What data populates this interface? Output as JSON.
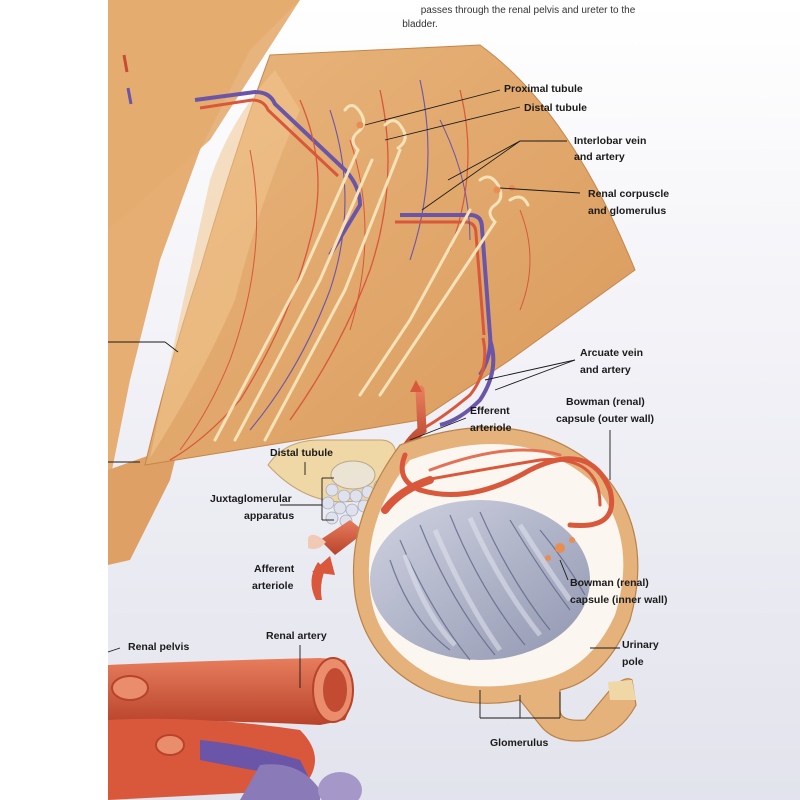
{
  "caption": {
    "line1": "passes through the renal pelvis and ureter to the",
    "line2": "bladder."
  },
  "labels": {
    "proximal_tubule": "Proximal tubule",
    "distal_tubule_top": "Distal tubule",
    "interlobar_1": "Interlobar vein",
    "interlobar_2": "and artery",
    "renal_corpuscle_1": "Renal corpuscle",
    "renal_corpuscle_2": "and glomerulus",
    "arcuate_1": "Arcuate vein",
    "arcuate_2": "and artery",
    "efferent_1": "Efferent",
    "efferent_2": "arteriole",
    "bowman_outer_1": "Bowman (renal)",
    "bowman_outer_2": "capsule (outer wall)",
    "distal_tubule_mid": "Distal tubule",
    "juxta_1": "Juxtaglomerular",
    "juxta_2": "apparatus",
    "afferent_1": "Afferent",
    "afferent_2": "arteriole",
    "bowman_inner_1": "Bowman (renal)",
    "bowman_inner_2": "capsule (inner wall)",
    "renal_pelvis": "Renal pelvis",
    "renal_artery": "Renal artery",
    "urinary_pole_1": "Urinary",
    "urinary_pole_2": "pole",
    "glomerulus": "Glomerulus"
  },
  "colors": {
    "tissue": "#e3aa6e",
    "tissue_dark": "#c98b4d",
    "artery": "#d9573a",
    "vein": "#6a55a8",
    "tubule": "#f3dcae",
    "glomerulus": "#a3a9c4"
  }
}
